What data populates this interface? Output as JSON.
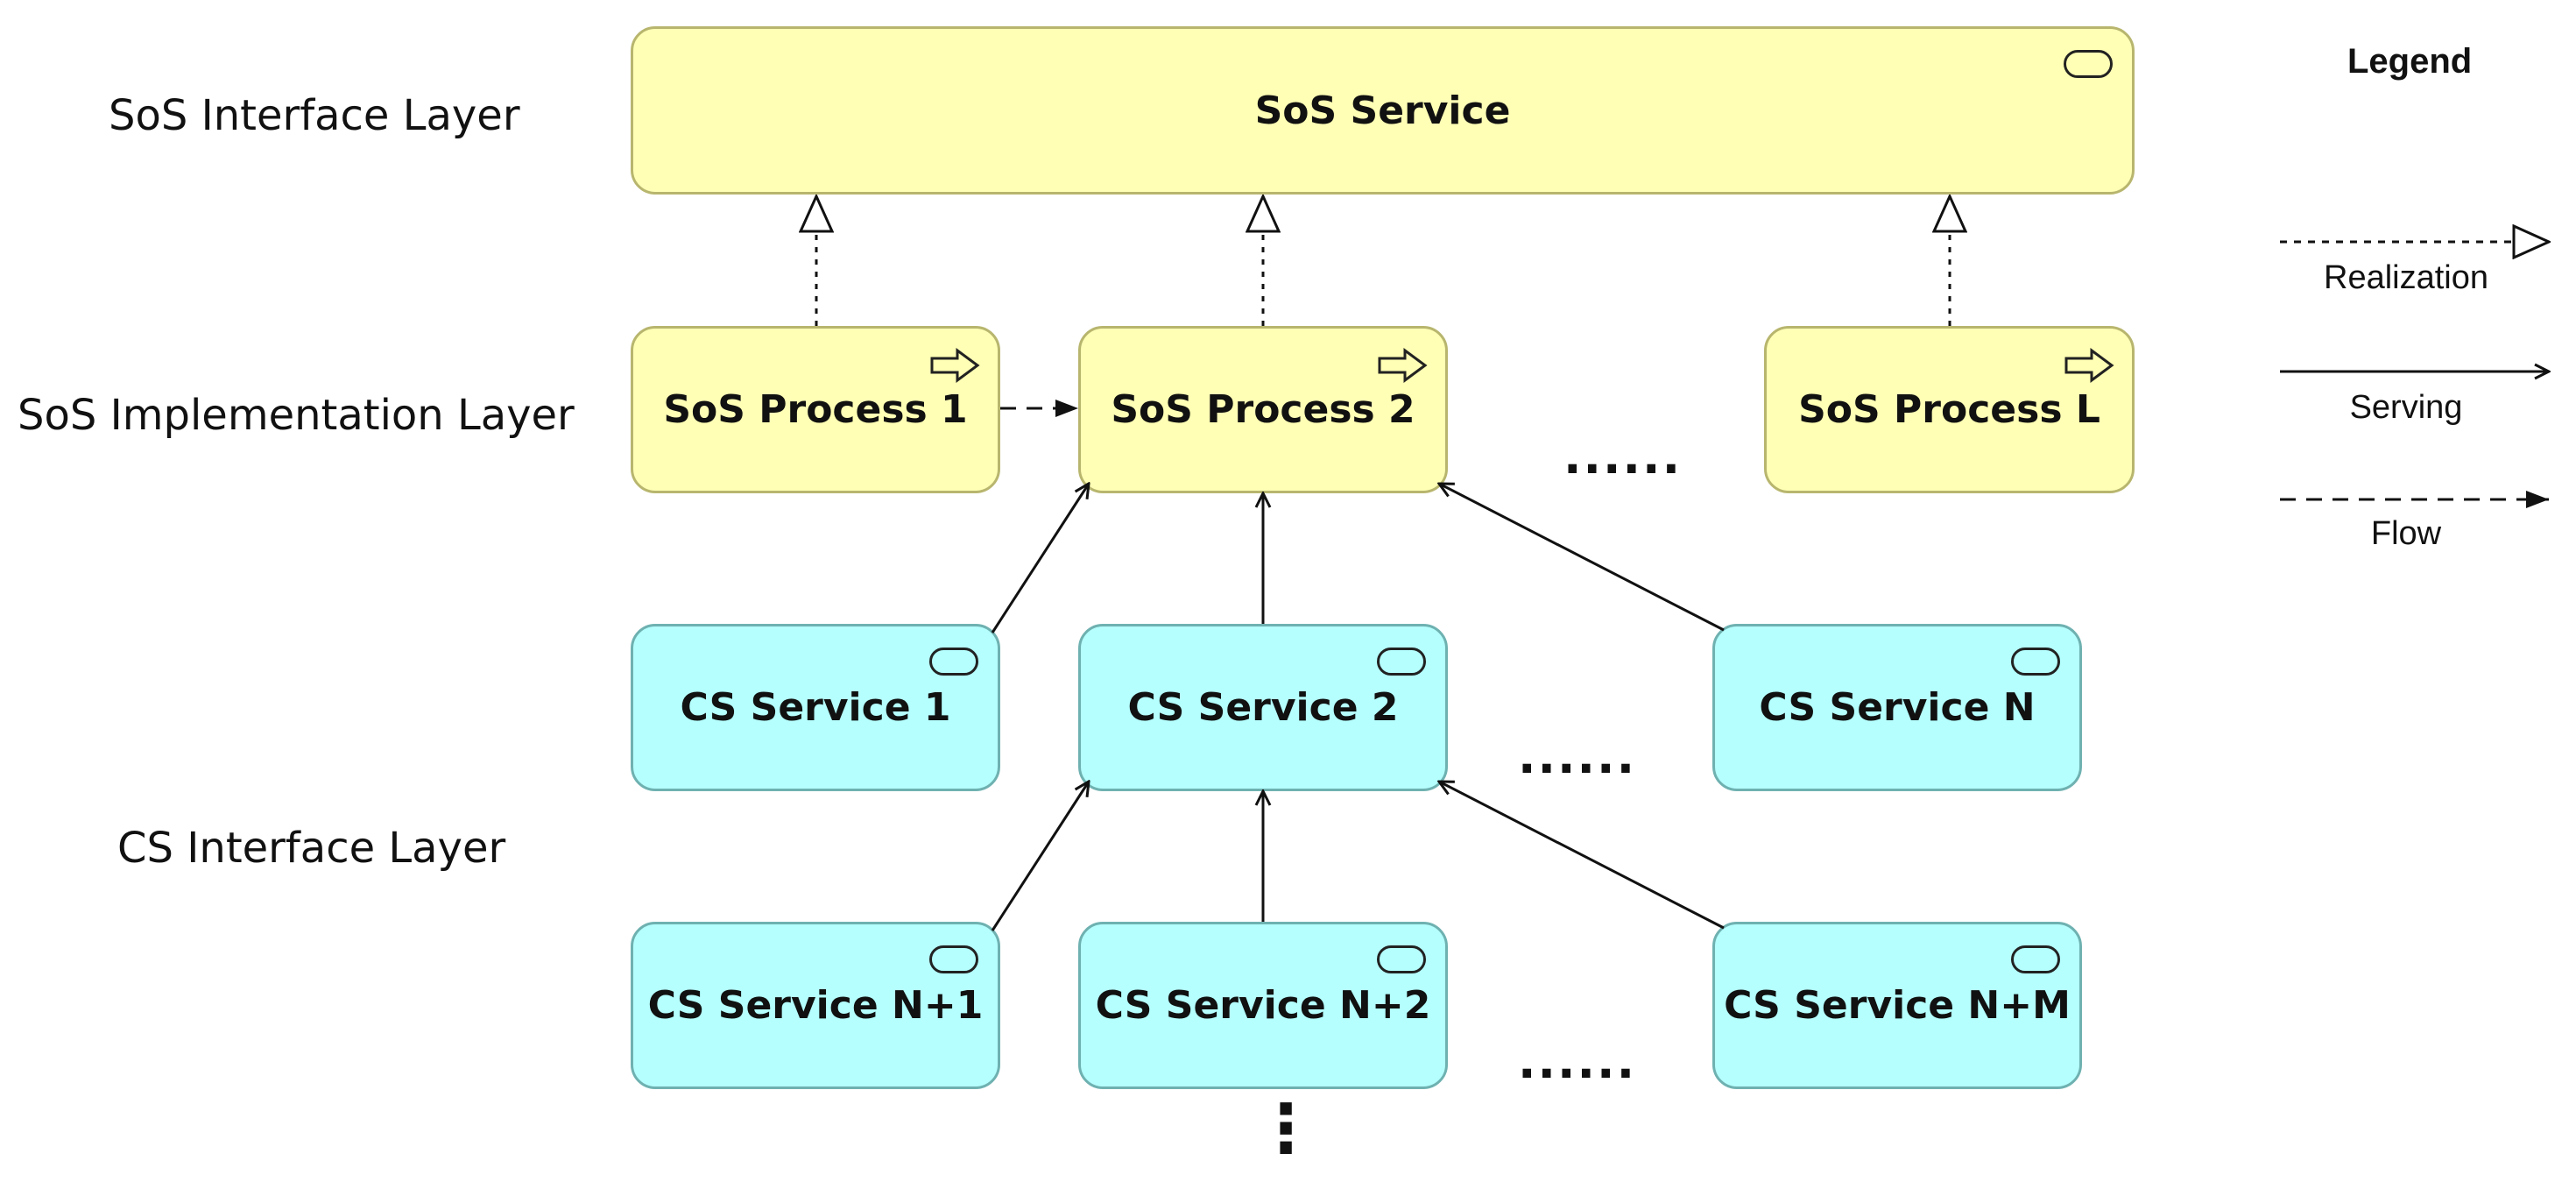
{
  "layers": {
    "sos_interface": "SoS Interface Layer",
    "sos_implementation": "SoS Implementation Layer",
    "cs_interface": "CS Interface Layer"
  },
  "nodes": {
    "sos_service": "SoS Service",
    "sos_process_1": "SoS Process 1",
    "sos_process_2": "SoS Process 2",
    "sos_process_l": "SoS Process L",
    "cs_service_1": "CS Service 1",
    "cs_service_2": "CS Service 2",
    "cs_service_n": "CS Service N",
    "cs_service_n1": "CS Service N+1",
    "cs_service_n2": "CS Service N+2",
    "cs_service_nm": "CS Service N+M"
  },
  "ellipses": {
    "horizontal": "......",
    "vertical": "⋮"
  },
  "legend": {
    "title": "Legend",
    "realization": "Realization",
    "serving": "Serving",
    "flow": "Flow"
  },
  "colors": {
    "sos_fill": "#ffffb5",
    "sos_border": "#b8b66e",
    "cs_fill": "#b5ffff",
    "cs_border": "#6fb1b1",
    "edge": "#111111"
  },
  "icons": {
    "service": "service-icon",
    "process": "process-arrow-icon"
  }
}
